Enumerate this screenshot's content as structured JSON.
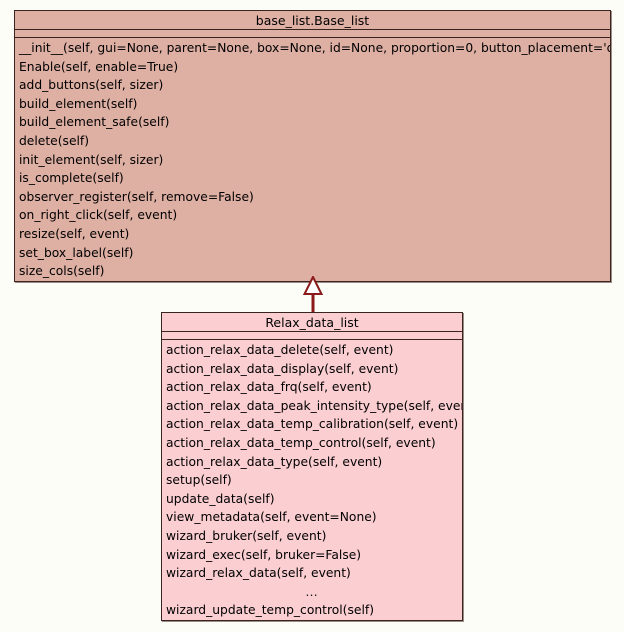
{
  "diagram": {
    "type": "uml-class-diagram",
    "background_color": "#fdfdf7",
    "relationship": {
      "name": "generalization",
      "from": "Relax_data_list",
      "to": "base_list.Base_list",
      "line_color": "#8b1a1a",
      "arrow_fill": "#ffffff"
    }
  },
  "base_class": {
    "title": "base_list.Base_list",
    "fill_color": "#deafa3",
    "border_color": "#3a2420",
    "attributes": [],
    "methods": [
      "__init__(self, gui=None, parent=None, box=None, id=None, proportion=0, button_placement='default')",
      "Enable(self, enable=True)",
      "add_buttons(self, sizer)",
      "build_element(self)",
      "build_element_safe(self)",
      "delete(self)",
      "init_element(self, sizer)",
      "is_complete(self)",
      "observer_register(self, remove=False)",
      "on_right_click(self, event)",
      "resize(self, event)",
      "set_box_label(self)",
      "size_cols(self)"
    ]
  },
  "derived_class": {
    "title": "Relax_data_list",
    "fill_color": "#fbced2",
    "border_color": "#3a2420",
    "attributes": [],
    "methods": [
      "action_relax_data_delete(self, event)",
      "action_relax_data_display(self, event)",
      "action_relax_data_frq(self, event)",
      "action_relax_data_peak_intensity_type(self, event)",
      "action_relax_data_temp_calibration(self, event)",
      "action_relax_data_temp_control(self, event)",
      "action_relax_data_type(self, event)",
      "setup(self)",
      "update_data(self)",
      "view_metadata(self, event=None)",
      "wizard_bruker(self, event)",
      "wizard_exec(self, bruker=False)",
      "wizard_relax_data(self, event)",
      "…",
      "wizard_update_temp_control(self)"
    ]
  }
}
